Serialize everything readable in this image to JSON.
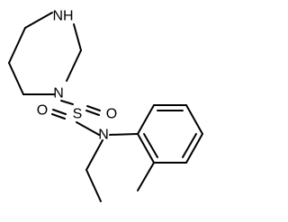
{
  "molecule": {
    "atoms": {
      "nh": "NH",
      "n_ring": "N",
      "s": "S",
      "o_left": "O",
      "o_right": "O",
      "n_amide": "N"
    }
  },
  "colors": {
    "bond": "#000000",
    "label": "#000000",
    "background": "#ffffff"
  }
}
